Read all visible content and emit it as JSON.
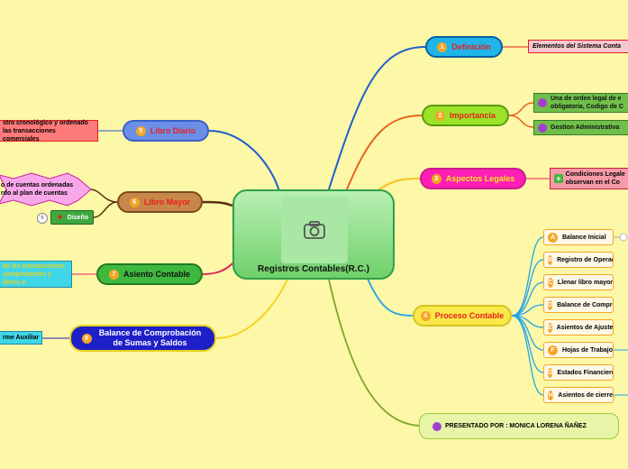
{
  "central": {
    "title": "Registros  Contables(R.C.)"
  },
  "branches": {
    "definicion": {
      "label": "Definición",
      "num": "1",
      "detail": "Elementos del Sistema Conta"
    },
    "importancia": {
      "label": "Importancia",
      "num": "2",
      "detail1": "Una de orden legal de e obligatoria, Codigo de C",
      "detail2": "Gestion Administrativa"
    },
    "aspectos": {
      "label": "Aspectos Legales",
      "num": "3",
      "detail": "Condiciones Legale observan en el Co"
    },
    "proceso": {
      "label": "Proceso Contable",
      "num": "4",
      "steps": [
        {
          "letter": "A",
          "label": "Balance Inicial"
        },
        {
          "letter": "B",
          "label": "Registro de Operacio"
        },
        {
          "letter": "C",
          "label": "Llenar libro mayor"
        },
        {
          "letter": "D",
          "label": "Balance de Comprob"
        },
        {
          "letter": "E",
          "label": "Asientos de Ajuste"
        },
        {
          "letter": "F",
          "label": "Hojas de Trabajo"
        },
        {
          "letter": "G",
          "label": "Estados Financieros"
        },
        {
          "letter": "H",
          "label": "Asientos de cierre"
        }
      ]
    },
    "diario": {
      "label": "Libro Diario",
      "num": "5",
      "detail": "stro cronológico y ordenado las transacciones comerciales"
    },
    "mayor": {
      "label": "Libro Mayor",
      "num": "6",
      "detail": "o de cuentas ordenadas rdo al plan de cuentas",
      "extra_num": "6",
      "extra_label": "Diseño"
    },
    "asiento": {
      "label": "Asiento Contable",
      "num": "7",
      "detail": "de las transacciones comprobantes y libros o."
    },
    "balance": {
      "label": "Balance de Comprobación de Sumas y Saldos",
      "num": "8",
      "detail": "rme Auxiliar"
    }
  },
  "author": {
    "label": "PRESENTADO POR : MONICA LORENA ÑAÑEZ"
  },
  "colors": {
    "background": "#fdf7a8",
    "central": "#7fd67c",
    "definicion": "#1fb5e8",
    "importancia": "#9be22a",
    "aspectos": "#ff1fb5",
    "proceso": "#f9e84a",
    "diario": "#6b8fe8",
    "mayor": "#c8874a",
    "asiento": "#3fb83f",
    "balance": "#1f1fc8"
  }
}
